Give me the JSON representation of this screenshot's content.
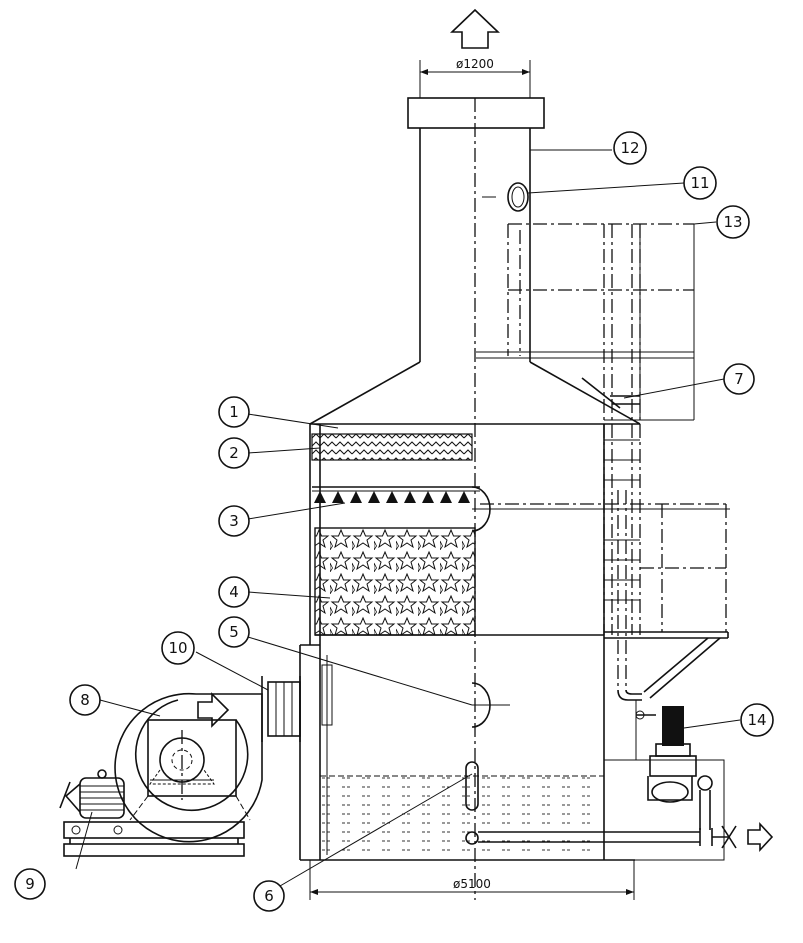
{
  "dimensions": {
    "top_diameter": "ø1200",
    "base_diameter": "ø5100"
  },
  "callouts": [
    "1",
    "2",
    "3",
    "4",
    "5",
    "6",
    "7",
    "8",
    "9",
    "10",
    "11",
    "12",
    "13",
    "14"
  ]
}
